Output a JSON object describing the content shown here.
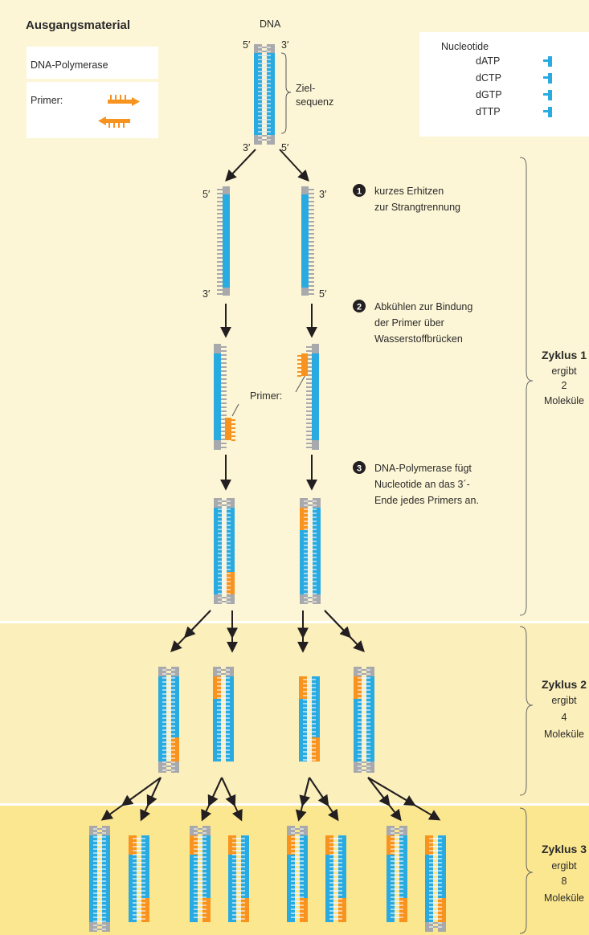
{
  "start_material": {
    "title": "Ausgangsmaterial",
    "polymerase": "DNA-Polymerase",
    "primer_label": "Primer:"
  },
  "dna": {
    "title": "DNA",
    "end_5": "5′",
    "end_3": "3′",
    "target_line1": "Ziel-",
    "target_line2": "sequenz"
  },
  "nucleotides": {
    "title": "Nucleotide",
    "items": [
      "dATP",
      "dCTP",
      "dGTP",
      "dTTP"
    ]
  },
  "steps": [
    {
      "num": "1",
      "lines": [
        "kurzes Erhitzen",
        "zur Strangtrennung"
      ]
    },
    {
      "num": "2",
      "lines": [
        "Abkühlen zur Bindung",
        "der Primer über",
        "Wasserstoffbrücken"
      ]
    },
    {
      "num": "3",
      "lines": [
        "DNA-Polymerase fügt",
        "Nucleotide an das 3´-",
        "Ende jedes Primers an."
      ]
    }
  ],
  "primer_callout": "Primer:",
  "cycles": [
    {
      "title": "Zyklus 1",
      "line2": "ergibt",
      "count": "2",
      "line4": "Moleküle"
    },
    {
      "title": "Zyklus 2",
      "line2": "ergibt",
      "count": "4",
      "line4": "Moleküle"
    },
    {
      "title": "Zyklus 3",
      "line2": "ergibt",
      "count": "8",
      "line4": "Moleküle"
    }
  ],
  "colors": {
    "dna_blue": "#29abe2",
    "primer_orange": "#f7931e",
    "gray_rung": "#a7a9ac",
    "cycle1_bg": "#fdf6d6",
    "cycle2_bg": "#fbefbb",
    "cycle3_bg": "#fbe790",
    "arrow": "#231f20"
  }
}
